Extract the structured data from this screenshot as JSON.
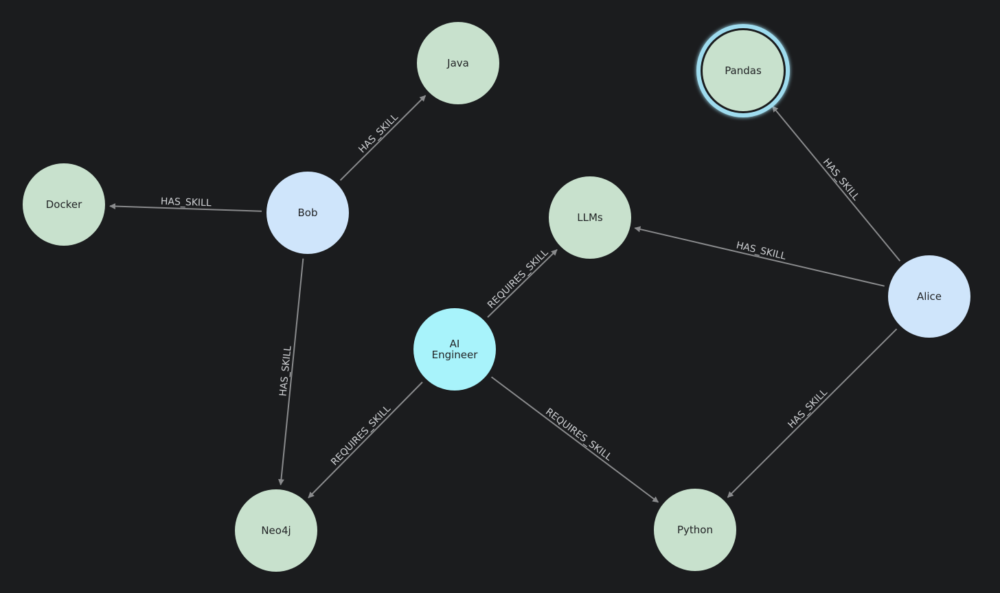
{
  "colors": {
    "background": "#1b1c1e",
    "person": "#cfe5fb",
    "role": "#a8f3fb",
    "skill": "#c8e1cd",
    "edge": "#8a8b8d",
    "edge_label": "#cfd1d4",
    "selection_ring": "#9fdcef"
  },
  "graph": {
    "nodes": [
      {
        "id": "java",
        "label": "Java",
        "kind": "skill"
      },
      {
        "id": "pandas",
        "label": "Pandas",
        "kind": "skill",
        "selected": true
      },
      {
        "id": "docker",
        "label": "Docker",
        "kind": "skill"
      },
      {
        "id": "bob",
        "label": "Bob",
        "kind": "person"
      },
      {
        "id": "llms",
        "label": "LLMs",
        "kind": "skill"
      },
      {
        "id": "alice",
        "label": "Alice",
        "kind": "person"
      },
      {
        "id": "ai-engineer",
        "label": "AI\nEngineer",
        "kind": "role"
      },
      {
        "id": "neo4j",
        "label": "Neo4j",
        "kind": "skill"
      },
      {
        "id": "python",
        "label": "Python",
        "kind": "skill"
      }
    ],
    "edges": [
      {
        "from": "bob",
        "to": "java",
        "label": "HAS_SKILL"
      },
      {
        "from": "bob",
        "to": "docker",
        "label": "HAS_SKILL"
      },
      {
        "from": "bob",
        "to": "neo4j",
        "label": "HAS_SKILL"
      },
      {
        "from": "ai-engineer",
        "to": "llms",
        "label": "REQUIRES_SKILL"
      },
      {
        "from": "ai-engineer",
        "to": "neo4j",
        "label": "REQUIRES_SKILL"
      },
      {
        "from": "ai-engineer",
        "to": "python",
        "label": "REQUIRES_SKILL"
      },
      {
        "from": "alice",
        "to": "pandas",
        "label": "HAS_SKILL"
      },
      {
        "from": "alice",
        "to": "llms",
        "label": "HAS_SKILL"
      },
      {
        "from": "alice",
        "to": "python",
        "label": "HAS_SKILL"
      }
    ]
  }
}
